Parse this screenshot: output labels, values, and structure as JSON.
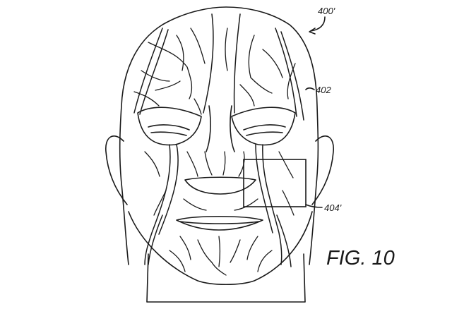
{
  "labels": {
    "figure_ref": "400'",
    "vascular_ref": "402",
    "region_ref": "404'"
  },
  "caption": "FIG. 10"
}
